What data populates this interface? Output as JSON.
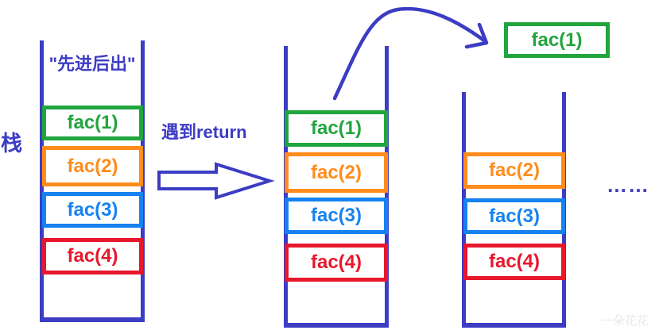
{
  "labels": {
    "stack": "栈",
    "transition": "遇到return",
    "ellipsis": "……",
    "watermark": "一朵花花"
  },
  "colors": {
    "primary_blue": "#3c3cc4",
    "green": "#21a53e",
    "orange": "#ff8c1c",
    "blue": "#1682f0",
    "red": "#e7182d",
    "watermark_gray": "#e9e9e9"
  },
  "stacks": [
    {
      "id": "stack-initial",
      "title": "\"先进后出\"",
      "frames": [
        {
          "label": "fac(1)",
          "color": "green"
        },
        {
          "label": "fac(2)",
          "color": "orange"
        },
        {
          "label": "fac(3)",
          "color": "blue"
        },
        {
          "label": "fac(4)",
          "color": "red"
        }
      ]
    },
    {
      "id": "stack-after-return",
      "frames": [
        {
          "label": "fac(1)",
          "color": "green"
        },
        {
          "label": "fac(2)",
          "color": "orange"
        },
        {
          "label": "fac(3)",
          "color": "blue"
        },
        {
          "label": "fac(4)",
          "color": "red"
        }
      ]
    },
    {
      "id": "stack-popped",
      "frames": [
        {
          "label": "fac(2)",
          "color": "orange"
        },
        {
          "label": "fac(3)",
          "color": "blue"
        },
        {
          "label": "fac(4)",
          "color": "red"
        }
      ]
    }
  ],
  "popped_frame": {
    "label": "fac(1)",
    "color": "green"
  }
}
